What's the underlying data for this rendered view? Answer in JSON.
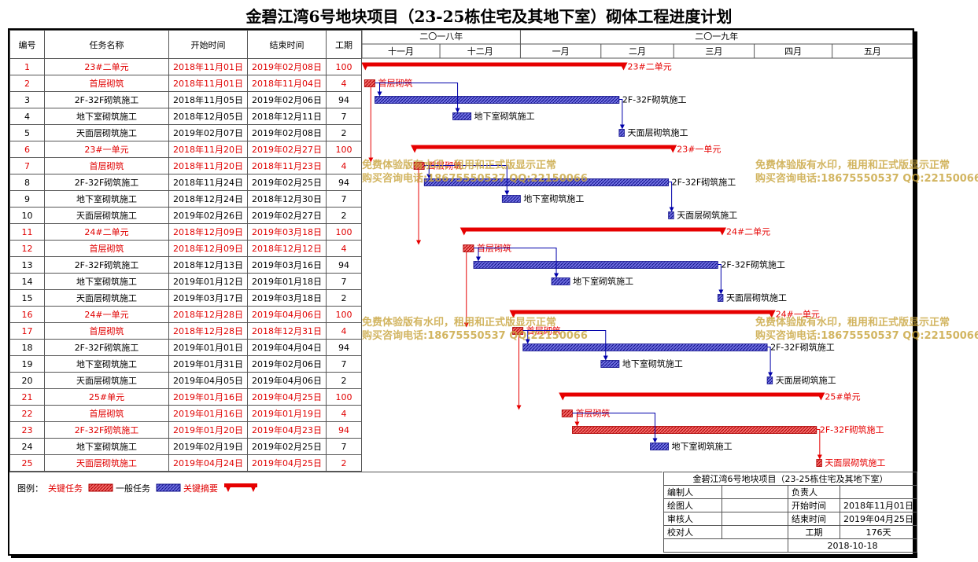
{
  "title": "金碧江湾6号地块项目（23-25栋住宅及其地下室）砌体工程进度计划",
  "table_headers": {
    "id": "编号",
    "name": "任务名称",
    "start": "开始时间",
    "end": "结束时间",
    "duration": "工期"
  },
  "colors": {
    "critical": "#e60000",
    "normal": "#1010b0",
    "link": "#0000aa",
    "grid": "#555555"
  },
  "chart_data": {
    "type": "gantt",
    "axis_start": "2018-10-31",
    "axis_end": "2019-05-31",
    "year_bands": [
      {
        "label": "二〇一八年",
        "start": "2018-10-31",
        "end": "2018-12-31"
      },
      {
        "label": "二〇一九年",
        "start": "2018-12-31",
        "end": "2019-05-31"
      }
    ],
    "month_bands": [
      {
        "label": "十一月",
        "start": "2018-10-31",
        "end": "2018-11-30"
      },
      {
        "label": "十二月",
        "start": "2018-11-30",
        "end": "2018-12-31"
      },
      {
        "label": "一月",
        "start": "2018-12-31",
        "end": "2019-01-31"
      },
      {
        "label": "二月",
        "start": "2019-01-31",
        "end": "2019-02-28"
      },
      {
        "label": "三月",
        "start": "2019-02-28",
        "end": "2019-03-31"
      },
      {
        "label": "四月",
        "start": "2019-03-31",
        "end": "2019-04-30"
      },
      {
        "label": "五月",
        "start": "2019-04-30",
        "end": "2019-05-31"
      }
    ],
    "tasks": [
      {
        "id": "1",
        "name": "23#二单元",
        "start_text": "2018年11月01日",
        "end_text": "2019年02月08日",
        "duration": "100",
        "start": "2018-11-01",
        "end": "2019-02-08",
        "kind": "summary",
        "critical": true
      },
      {
        "id": "2",
        "name": "首层砌筑",
        "start_text": "2018年11月01日",
        "end_text": "2018年11月04日",
        "duration": "4",
        "start": "2018-11-01",
        "end": "2018-11-04",
        "kind": "task",
        "critical": true
      },
      {
        "id": "3",
        "name": "2F-32F砌筑施工",
        "start_text": "2018年11月05日",
        "end_text": "2019年02月06日",
        "duration": "94",
        "start": "2018-11-05",
        "end": "2019-02-06",
        "kind": "task",
        "critical": false
      },
      {
        "id": "4",
        "name": "地下室砌筑施工",
        "start_text": "2018年12月05日",
        "end_text": "2018年12月11日",
        "duration": "7",
        "start": "2018-12-05",
        "end": "2018-12-11",
        "kind": "task",
        "critical": false
      },
      {
        "id": "5",
        "name": "天面层砌筑施工",
        "start_text": "2019年02月07日",
        "end_text": "2019年02月08日",
        "duration": "2",
        "start": "2019-02-07",
        "end": "2019-02-08",
        "kind": "task",
        "critical": false
      },
      {
        "id": "6",
        "name": "23#一单元",
        "start_text": "2018年11月20日",
        "end_text": "2019年02月27日",
        "duration": "100",
        "start": "2018-11-20",
        "end": "2019-02-27",
        "kind": "summary",
        "critical": true
      },
      {
        "id": "7",
        "name": "首层砌筑",
        "start_text": "2018年11月20日",
        "end_text": "2018年11月23日",
        "duration": "4",
        "start": "2018-11-20",
        "end": "2018-11-23",
        "kind": "task",
        "critical": true
      },
      {
        "id": "8",
        "name": "2F-32F砌筑施工",
        "start_text": "2018年11月24日",
        "end_text": "2019年02月25日",
        "duration": "94",
        "start": "2018-11-24",
        "end": "2019-02-25",
        "kind": "task",
        "critical": false
      },
      {
        "id": "9",
        "name": "地下室砌筑施工",
        "start_text": "2018年12月24日",
        "end_text": "2018年12月30日",
        "duration": "7",
        "start": "2018-12-24",
        "end": "2018-12-30",
        "kind": "task",
        "critical": false
      },
      {
        "id": "10",
        "name": "天面层砌筑施工",
        "start_text": "2019年02月26日",
        "end_text": "2019年02月27日",
        "duration": "2",
        "start": "2019-02-26",
        "end": "2019-02-27",
        "kind": "task",
        "critical": false
      },
      {
        "id": "11",
        "name": "24#二单元",
        "start_text": "2018年12月09日",
        "end_text": "2019年03月18日",
        "duration": "100",
        "start": "2018-12-09",
        "end": "2019-03-18",
        "kind": "summary",
        "critical": true
      },
      {
        "id": "12",
        "name": "首层砌筑",
        "start_text": "2018年12月09日",
        "end_text": "2018年12月12日",
        "duration": "4",
        "start": "2018-12-09",
        "end": "2018-12-12",
        "kind": "task",
        "critical": true
      },
      {
        "id": "13",
        "name": "2F-32F砌筑施工",
        "start_text": "2018年12月13日",
        "end_text": "2019年03月16日",
        "duration": "94",
        "start": "2018-12-13",
        "end": "2019-03-16",
        "kind": "task",
        "critical": false
      },
      {
        "id": "14",
        "name": "地下室砌筑施工",
        "start_text": "2019年01月12日",
        "end_text": "2019年01月18日",
        "duration": "7",
        "start": "2019-01-12",
        "end": "2019-01-18",
        "kind": "task",
        "critical": false
      },
      {
        "id": "15",
        "name": "天面层砌筑施工",
        "start_text": "2019年03月17日",
        "end_text": "2019年03月18日",
        "duration": "2",
        "start": "2019-03-17",
        "end": "2019-03-18",
        "kind": "task",
        "critical": false
      },
      {
        "id": "16",
        "name": "24#一单元",
        "start_text": "2018年12月28日",
        "end_text": "2019年04月06日",
        "duration": "100",
        "start": "2018-12-28",
        "end": "2019-04-06",
        "kind": "summary",
        "critical": true
      },
      {
        "id": "17",
        "name": "首层砌筑",
        "start_text": "2018年12月28日",
        "end_text": "2018年12月31日",
        "duration": "4",
        "start": "2018-12-28",
        "end": "2018-12-31",
        "kind": "task",
        "critical": true
      },
      {
        "id": "18",
        "name": "2F-32F砌筑施工",
        "start_text": "2019年01月01日",
        "end_text": "2019年04月04日",
        "duration": "94",
        "start": "2019-01-01",
        "end": "2019-04-04",
        "kind": "task",
        "critical": false
      },
      {
        "id": "19",
        "name": "地下室砌筑施工",
        "start_text": "2019年01月31日",
        "end_text": "2019年02月06日",
        "duration": "7",
        "start": "2019-01-31",
        "end": "2019-02-06",
        "kind": "task",
        "critical": false
      },
      {
        "id": "20",
        "name": "天面层砌筑施工",
        "start_text": "2019年04月05日",
        "end_text": "2019年04月06日",
        "duration": "2",
        "start": "2019-04-05",
        "end": "2019-04-06",
        "kind": "task",
        "critical": false
      },
      {
        "id": "21",
        "name": "25#单元",
        "start_text": "2019年01月16日",
        "end_text": "2019年04月25日",
        "duration": "100",
        "start": "2019-01-16",
        "end": "2019-04-25",
        "kind": "summary",
        "critical": true
      },
      {
        "id": "22",
        "name": "首层砌筑",
        "start_text": "2019年01月16日",
        "end_text": "2019年01月19日",
        "duration": "4",
        "start": "2019-01-16",
        "end": "2019-01-19",
        "kind": "task",
        "critical": true
      },
      {
        "id": "23",
        "name": "2F-32F砌筑施工",
        "start_text": "2019年01月20日",
        "end_text": "2019年04月23日",
        "duration": "94",
        "start": "2019-01-20",
        "end": "2019-04-23",
        "kind": "task",
        "critical": true
      },
      {
        "id": "24",
        "name": "地下室砌筑施工",
        "start_text": "2019年02月19日",
        "end_text": "2019年02月25日",
        "duration": "7",
        "start": "2019-02-19",
        "end": "2019-02-25",
        "kind": "task",
        "critical": false
      },
      {
        "id": "25",
        "name": "天面层砌筑施工",
        "start_text": "2019年04月24日",
        "end_text": "2019年04月25日",
        "duration": "2",
        "start": "2019-04-24",
        "end": "2019-04-25",
        "kind": "task",
        "critical": true
      }
    ],
    "links": [
      [
        2,
        3
      ],
      [
        2,
        4
      ],
      [
        3,
        5
      ],
      [
        2,
        7
      ],
      [
        7,
        8
      ],
      [
        7,
        9
      ],
      [
        8,
        10
      ],
      [
        7,
        12
      ],
      [
        12,
        13
      ],
      [
        12,
        14
      ],
      [
        13,
        15
      ],
      [
        12,
        17
      ],
      [
        17,
        18
      ],
      [
        17,
        19
      ],
      [
        18,
        20
      ],
      [
        17,
        22
      ],
      [
        22,
        23
      ],
      [
        22,
        24
      ],
      [
        23,
        25
      ]
    ]
  },
  "legend": {
    "label": "图例：",
    "critical": "关键任务",
    "normal": "一般任务",
    "summary": "关键摘要"
  },
  "info": {
    "project": "金碧江湾6号地块项目（23-25栋住宅及其地下室）",
    "editor_label": "编制人",
    "owner_label": "负责人",
    "drafter_label": "绘图人",
    "start_label": "开始时间",
    "start_value": "2018年11月01日",
    "reviewer_label": "审核人",
    "end_label": "结束时间",
    "end_value": "2019年04月25日",
    "checker_label": "校对人",
    "duration_label": "工期",
    "duration_value": "176天",
    "date": "2018-10-18"
  },
  "watermark": {
    "line1": "免费体验版有水印，租用和正式版显示正常",
    "line2": "购买咨询电话:18675550537 QQ:22150066"
  }
}
